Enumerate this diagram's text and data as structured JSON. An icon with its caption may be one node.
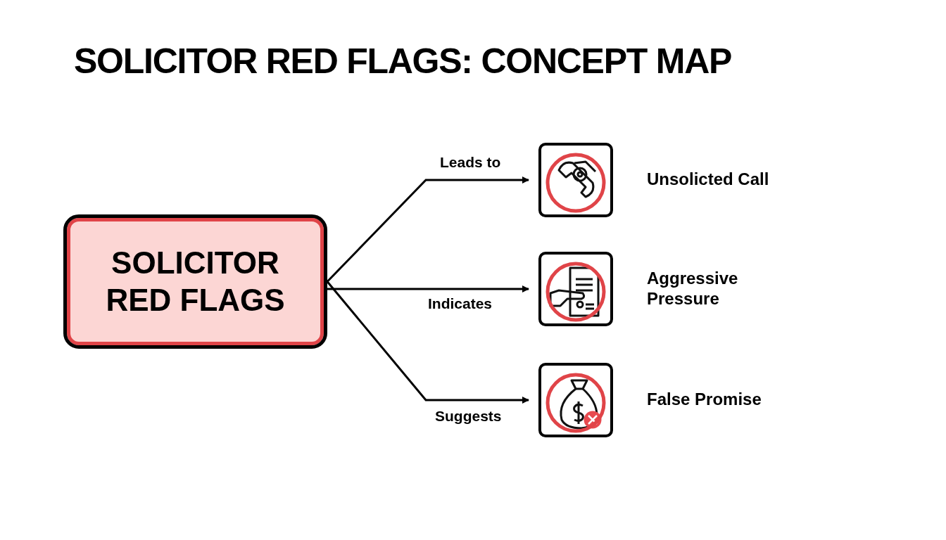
{
  "diagram": {
    "title": "SOLICITOR RED FLAGS: CONCEPT MAP",
    "nodes": [
      {
        "text": [
          "SOLICITOR RED FLAGS"
        ]
      },
      {
        "text": [],
        "shape": "picture",
        "beside": [
          "Unsolicted Call"
        ]
      },
      {
        "text": [],
        "shape": "picture",
        "beside": [
          "Aggressive Pressure"
        ]
      },
      {
        "text": [],
        "shape": "picture",
        "beside": [
          "False Promise"
        ]
      }
    ],
    "edges": [
      {
        "from": 0,
        "to": 1,
        "arrow": "to",
        "label": "Leads to"
      },
      {
        "from": 0,
        "to": 2,
        "arrow": "to",
        "label": "Indicates"
      },
      {
        "from": 0,
        "to": 3,
        "arrow": "to",
        "label": "Suggests"
      }
    ]
  }
}
